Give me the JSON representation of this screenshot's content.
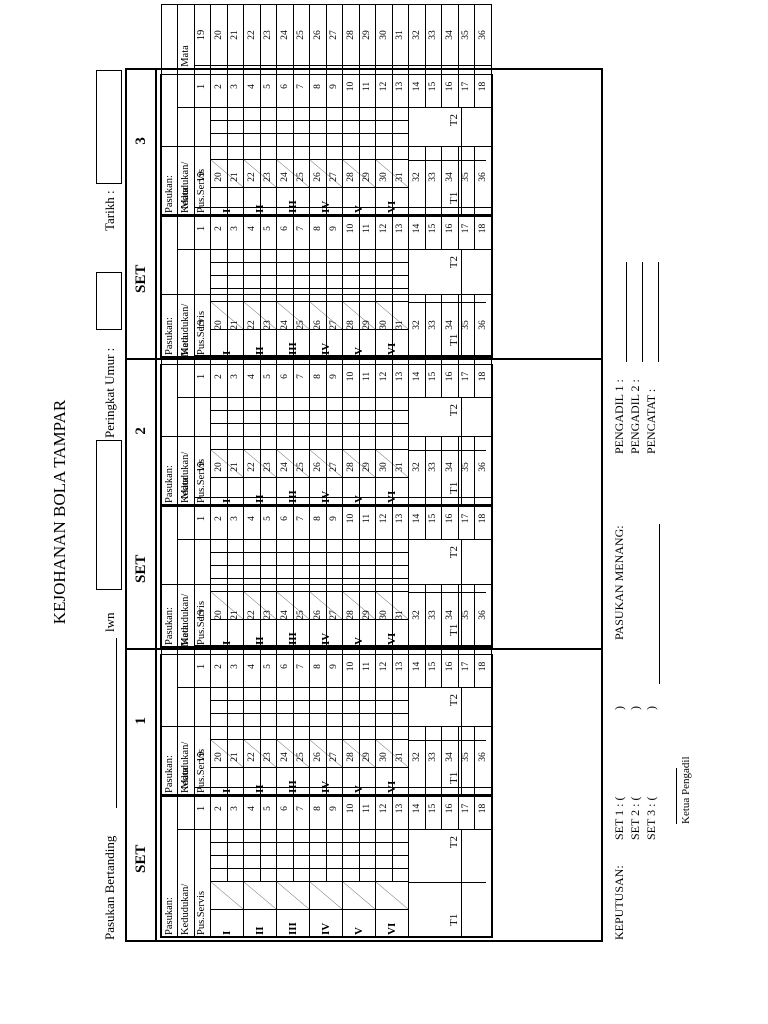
{
  "title": "KEJOHANAN BOLA TAMPAR",
  "header": {
    "pasukan_bertanding": "Pasukan Bertanding",
    "lwn": "lwn",
    "peringkat_umur": "Peringkat Umur :",
    "tarikh": "Tarikh :"
  },
  "sets": [
    {
      "label": "SET",
      "number": "1"
    },
    {
      "label": "SET",
      "number": "2"
    },
    {
      "label": "SET",
      "number": "3"
    }
  ],
  "table": {
    "pasukan_label": "Pasukan:",
    "kedudukan_label": "Kedudukan/",
    "pus_servis_label": "Pus.Servis",
    "mata_label": "Mata",
    "positions": [
      "I",
      "II",
      "III",
      "IV",
      "V",
      "VI"
    ],
    "t1": "T1",
    "t2": "T2",
    "points_left": [
      "1",
      "2",
      "3",
      "4",
      "5",
      "6",
      "7",
      "8",
      "9",
      "10",
      "11",
      "12",
      "13",
      "14",
      "15",
      "16",
      "17",
      "18"
    ],
    "points_right": [
      "19",
      "20",
      "21",
      "22",
      "23",
      "24",
      "25",
      "26",
      "27",
      "28",
      "29",
      "30",
      "31",
      "32",
      "33",
      "34",
      "35",
      "36"
    ]
  },
  "footer": {
    "keputusan": "KEPUTUSAN:",
    "set1": "SET 1 : (",
    "set2": "SET 2 : (",
    "set3": "SET 3 : (",
    "close": ")",
    "pasukan_menang": "PASUKAN MENANG:",
    "pengadil1": "PENGADIL 1 :",
    "pengadil2": "PENGADIL 2 :",
    "pencatat": "PENCATAT :",
    "ketua_pengadil": "Ketua Pengadil"
  }
}
